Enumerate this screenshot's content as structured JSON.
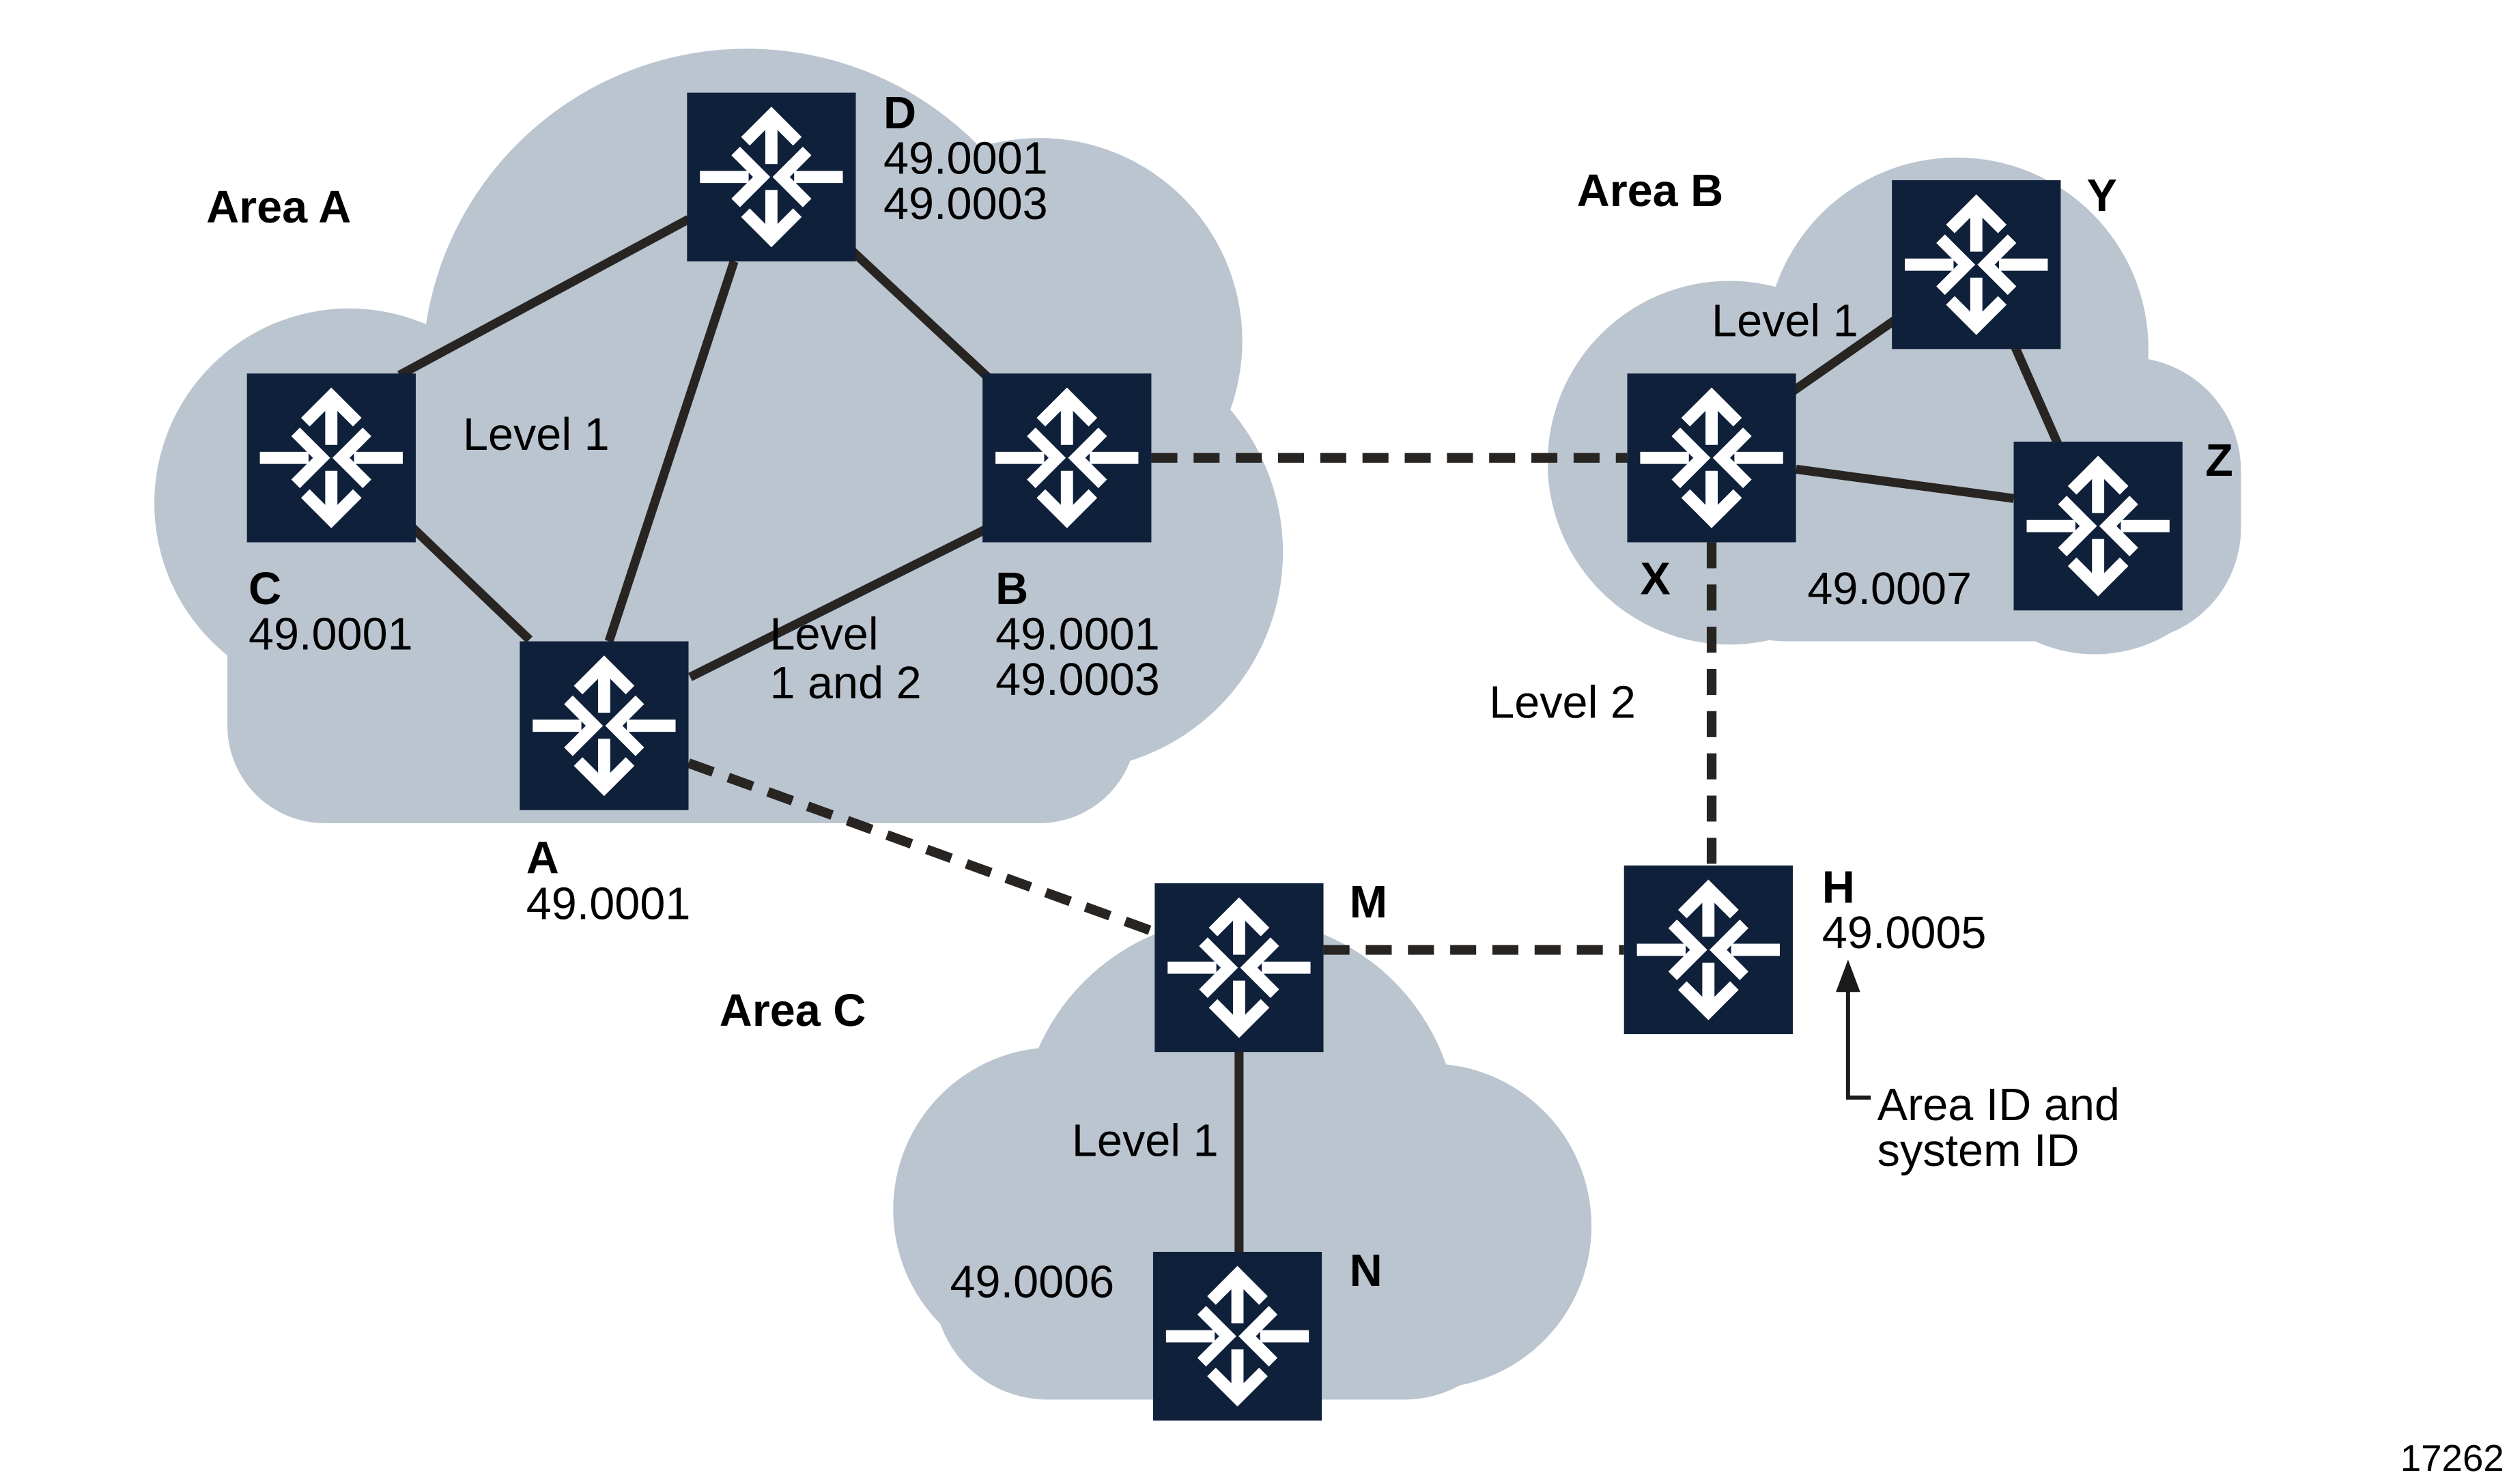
{
  "figure_number": "17262",
  "colors": {
    "cloud": "#bac5d0",
    "router": "#0f203a",
    "link": "#272422",
    "text": "#000000"
  },
  "areas": {
    "a": {
      "label": "Area A"
    },
    "b": {
      "label": "Area B",
      "area_id": "49.0007"
    },
    "c": {
      "label": "Area C",
      "area_id": "49.0006"
    }
  },
  "routers": {
    "a": {
      "name": "A",
      "ids": [
        "49.0001"
      ]
    },
    "b": {
      "name": "B",
      "ids": [
        "49.0001",
        "49.0003"
      ]
    },
    "c": {
      "name": "C",
      "ids": [
        "49.0001"
      ]
    },
    "d": {
      "name": "D",
      "ids": [
        "49.0001",
        "49.0003"
      ]
    },
    "x": {
      "name": "X"
    },
    "y": {
      "name": "Y"
    },
    "z": {
      "name": "Z"
    },
    "h": {
      "name": "H",
      "ids": [
        "49.0005"
      ]
    },
    "m": {
      "name": "M"
    },
    "n": {
      "name": "N"
    }
  },
  "link_labels": {
    "area_a_level_1": "Level 1",
    "level_1_and_2": {
      "line1": "Level",
      "line2": "1 and 2"
    },
    "area_b_level_1": "Level 1",
    "level_2": "Level 2",
    "area_c_level_1": "Level 1"
  },
  "annotation": {
    "line1": "Area ID and",
    "line2": "system ID"
  }
}
